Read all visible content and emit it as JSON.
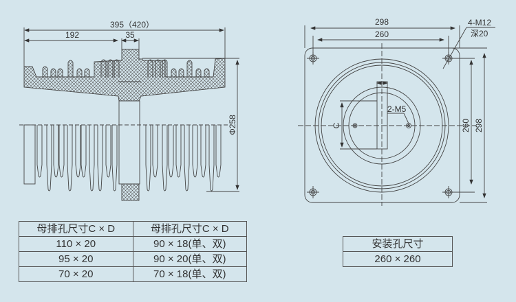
{
  "side_view": {
    "dim_overall": "395（420）",
    "dim_left": "192",
    "dim_neck": "35",
    "dim_diameter": "Φ258"
  },
  "front_view": {
    "dim_outer_width": "298",
    "dim_hole_width": "260",
    "dim_hole_height": "260",
    "dim_outer_height": "298",
    "bolt_label": "4-M12",
    "bolt_depth": "深20",
    "screw_label": "2-M5",
    "c_label": "C"
  },
  "busbar_table": {
    "headers": [
      "母排孔尺寸C × D",
      "母排孔尺寸C × D"
    ],
    "rows": [
      [
        "110 × 20",
        "90 × 18(单、双)"
      ],
      [
        "95 × 20",
        "90 × 20(单、双)"
      ],
      [
        "70 × 20",
        "70 × 18(单、双)"
      ]
    ]
  },
  "mount_table": {
    "header": "安装孔尺寸",
    "value": "260 × 260"
  },
  "colors": {
    "background": "#d4e5ec",
    "line": "#444444"
  }
}
